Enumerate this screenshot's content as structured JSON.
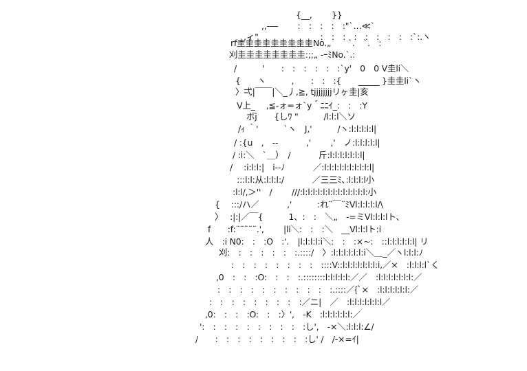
{
  "art": {
    "lines": [
      "{__,　　 }}",
      ",,-―　　 :　:　:　:　:\"`…≪`",
      "_,ィ\"　　　　　　 　:　:　:　:　:　:　:　:　:`:.ヽ",
      "rf圭圭圭圭圭圭圭圭圭No.„　　`.　`.　:",
      "刈圭圭圭圭圭圭圭圭:;;„ -ｰﾐNo.`.:",
      "/　　　'　　:　:　:　:　:　:`y'　0　0 V圭li＼",
      "{　　ヽ　　　,　　:　:　:{　　_____ }圭圭li`ヽ",
      "〉弌|￣￣|＼_丿,≧, tjjjjjjjjリヶ圭|亥",
      "V上_　 ,≦-ォ=ォ`y＾ﾆﾆｲ_:　:　:Y",
      "ボj　　{しﾜ \"　　　/l:l:l＼ソ",
      "/ｨ ｀'　　　`ヽ　J,'　　　/ヽ:l:l:l:l:l|",
      "/ :{u　,　--　　　 ,'　　 ,'　ノ:l:l:l:l:l|",
      "/ :i:＼　`＿）　/　　　 斤:l:l:l:l:l:l:l|",
      "/　 :i:l:l:|　i-‐ﾉ　　　 ／:l:l:l:l:l:l:l:l:l:l|",
      "　 :::l:l:从:l:l:l:/　　　 ／三三ﾐ､:l:l:l:l小",
      "　 :l:l/,＞''　/　　 ///:l:l:l:l:l:l:l:l:l:l:l:l:l:小",
      "{　 :::/ハ／　　　 ,'　　　:れ¨￣¨ﾐVl:l:l:l:l/\\",
      "〉　 :|:|／￣{　　　1、:　:　＼„　-=ミVl:l:l:lト、",
      "f　　:f:¨¨¨¨¨.',　　 |li＼:　:　:＼　__Vl:l:lト:i",
      "人　:i N0:　:　:O　:'.　|l:l:l:l:i＼:　:　:×~:　::l:l:l:l:l:l| リ",
      "刈:　:　:　:　:　:　:.::::/　〉:l:l:l:l:l:l:i＼＿_／ヽl:l:l:ﾉ",
      ":　:　:　:　:　:　:　:　::::V::l:l:l:l:l:l:l:i,／×　:l:l:l:l`く",
      ",0　:　:　:O:　:　:　:.::::::::l:l:l:l:l:／／　:l:l:l:l:l:l:l:／",
      ":　:　:　:　:　:　:　:　:　:　:.::::／{ﾞ×　:l:l:l:l:l:l:／",
      ":　:　:　:　:　:　:　:　:／ニ|　／　:l:l:l:l:l:l:l／",
      ",0:　:　:　:O:　:　:〉',　‐K　:l:l:l:l:l:l:／",
      "':　:　:　:　:　:　:　:　:　:し',　‐×＼:l:l:l:∠/",
      "/　　:　:　:　:　:　:　:　:　:し' /　/‐×=ｲ|"
    ]
  }
}
